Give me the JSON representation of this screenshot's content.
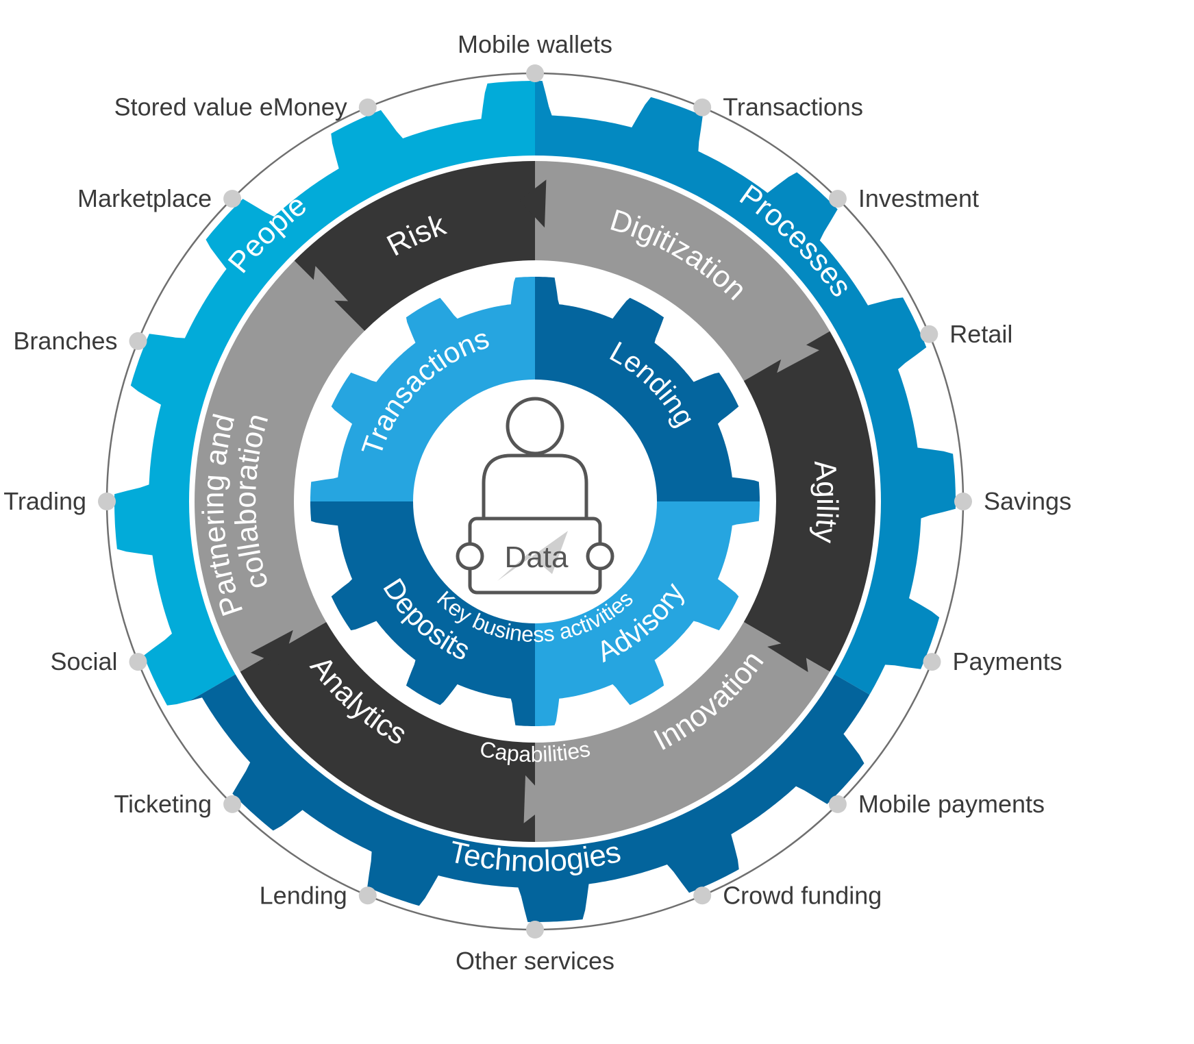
{
  "colors": {
    "people": "#02abd9",
    "processes": "#0389c1",
    "technologies": "#03649c",
    "dark": "#363636",
    "grey": "#989898",
    "act_light": "#26a5e0",
    "act_dark": "#04659e",
    "outline": "#6f6f6f",
    "dot": "#cccccc"
  },
  "center": {
    "label": "Data",
    "icon": "user-laptop-icon"
  },
  "outer_gear": {
    "segments": [
      "People",
      "Processes",
      "Technologies"
    ]
  },
  "capabilities": {
    "title": "Capabilities",
    "items": [
      "Risk",
      "Digitization",
      "Agility",
      "Innovation",
      "Analytics",
      "Partnering and",
      "collaboration"
    ]
  },
  "activities": {
    "title": "Key business activities",
    "items": [
      "Transactions",
      "Lending",
      "Advisory",
      "Deposits"
    ]
  },
  "services": [
    "Mobile wallets",
    "Transactions",
    "Investment",
    "Retail",
    "Savings",
    "Payments",
    "Mobile payments",
    "Crowd funding",
    "Other services",
    "Lending",
    "Ticketing",
    "Social",
    "Trading",
    "Branches",
    "Marketplace",
    "Stored value eMoney"
  ]
}
